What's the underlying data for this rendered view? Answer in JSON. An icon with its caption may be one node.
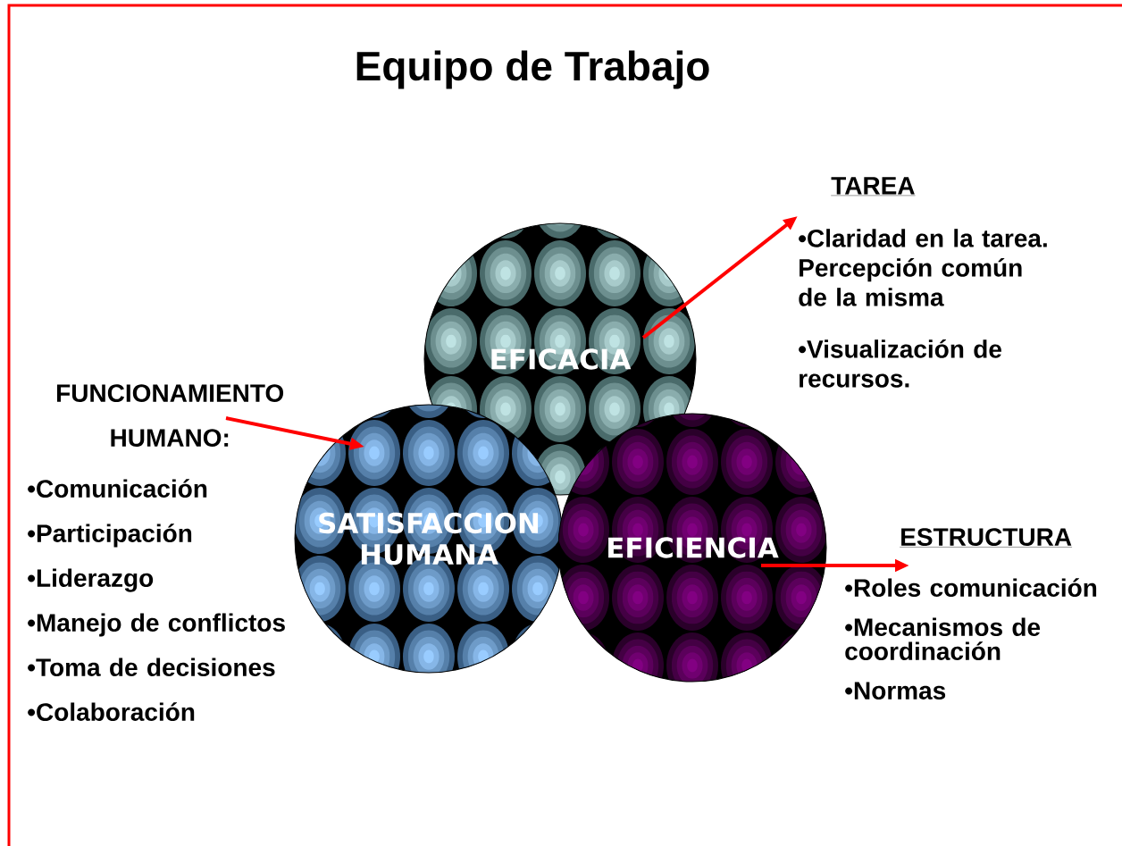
{
  "diagram": {
    "title": "Equipo de Trabajo",
    "nodes": [
      {
        "text": [
          "TAREA",
          "•Claridad en la tarea. Percepción común de la misma",
          "•Visualización de recursos."
        ]
      },
      {
        "text": [
          "EFICACIA"
        ]
      },
      {
        "text": [
          "FUNCIONAMIENTO HUMANO:",
          "•Comunicación",
          "•Participación",
          "•Liderazgo",
          "•Manejo de conflictos",
          "•Toma de decisiones",
          "•Colaboración"
        ]
      },
      {
        "text": [
          "SATISFACCION HUMANA"
        ]
      },
      {
        "text": [
          "EFICIENCIA"
        ]
      },
      {
        "text": [
          "ESTRUCTURA",
          "•Roles comunicación",
          "•Mecanismos de coordinación",
          "•Normas"
        ]
      }
    ],
    "edges": [
      {
        "from": 1,
        "to": 0,
        "arrow": "to"
      },
      {
        "from": 2,
        "to": 3,
        "arrow": "to"
      },
      {
        "from": 4,
        "to": 5,
        "arrow": "to"
      }
    ]
  }
}
